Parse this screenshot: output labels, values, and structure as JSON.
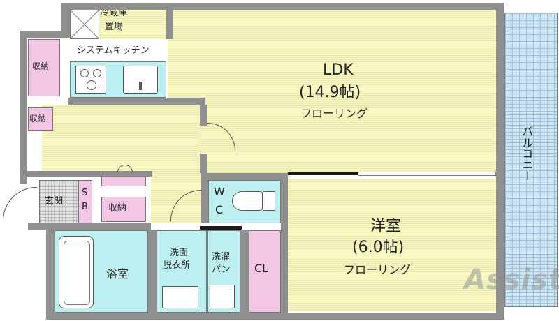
{
  "rooms": {
    "fridge": {
      "line1": "冷蔵庫",
      "line2": "置場"
    },
    "kitchen": "システムキッチン",
    "storage_top": "収納",
    "storage_mid": "収納",
    "storage_hall": "収納",
    "ldk": {
      "name": "LDK",
      "size": "(14.9帖)",
      "floor": "フローリング"
    },
    "balcony": "バルコニー",
    "entrance": "玄関",
    "shoe_box": {
      "line1": "S",
      "line2": "B"
    },
    "toilet": {
      "line1": "W",
      "line2": "C"
    },
    "western": {
      "name": "洋室",
      "size": "(6.0帖)",
      "floor": "フローリング"
    },
    "bath": "浴室",
    "washroom": {
      "line1": "洗面",
      "line2": "脱衣所"
    },
    "laundry": {
      "line1": "洗濯",
      "line2": "パン"
    },
    "closet": "CL"
  },
  "watermark": "Assist",
  "colors": {
    "floor": "#f7f7c6",
    "wet_area": "#bdeff0",
    "storage": "#f3c6e6",
    "balcony": "#cfe6f4",
    "wall": "#8f8f8f"
  }
}
